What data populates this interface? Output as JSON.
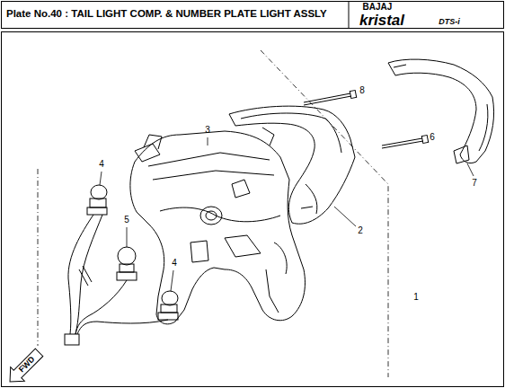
{
  "diagram": {
    "title": "Plate No.40 : TAIL LIGHT COMP. & NUMBER PLATE LIGHT ASSLY",
    "labels": [
      "BAJAJ",
      "kristal",
      "DTS-i",
      "4",
      "3",
      "5",
      "4",
      "8",
      "6",
      "2",
      "7",
      "1",
      "FWD"
    ]
  }
}
